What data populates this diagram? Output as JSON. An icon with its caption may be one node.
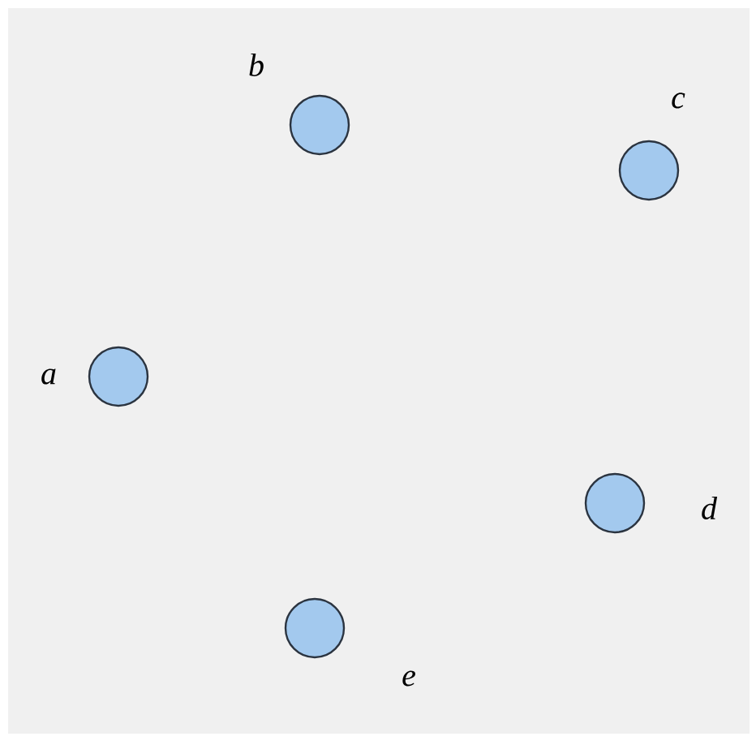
{
  "diagram": {
    "nodes": [
      {
        "text": [],
        "shape": "circle",
        "beside": [
          "b"
        ]
      },
      {
        "text": [],
        "shape": "circle",
        "beside": [
          "c"
        ]
      },
      {
        "text": [],
        "shape": "circle",
        "beside": [
          "a"
        ]
      },
      {
        "text": [],
        "shape": "circle",
        "beside": [
          "d"
        ]
      },
      {
        "text": [],
        "shape": "circle",
        "beside": [
          "e"
        ]
      }
    ]
  }
}
